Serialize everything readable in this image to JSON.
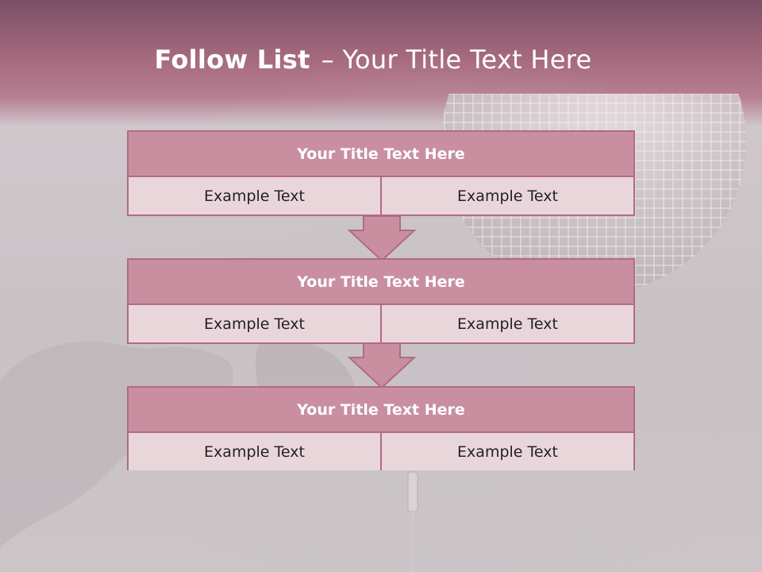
{
  "slide": {
    "title_bold": "Follow List",
    "title_rest": "– Your Title Text Here"
  },
  "steps": [
    {
      "title": "Your Title Text Here",
      "left": "Example Text",
      "right": "Example Text"
    },
    {
      "title": "Your Title Text Here",
      "left": "Example Text",
      "right": "Example Text"
    },
    {
      "title": "Your Title Text Here",
      "left": "Example Text",
      "right": "Example Text"
    }
  ],
  "colors": {
    "header_band": "#a5697e",
    "block_header": "#c98fa0",
    "block_cell": "#e9d6db",
    "border": "#b26a84",
    "arrow": "#c98fa0"
  },
  "icons": [
    "disco-ball",
    "microphone",
    "down-arrow"
  ]
}
